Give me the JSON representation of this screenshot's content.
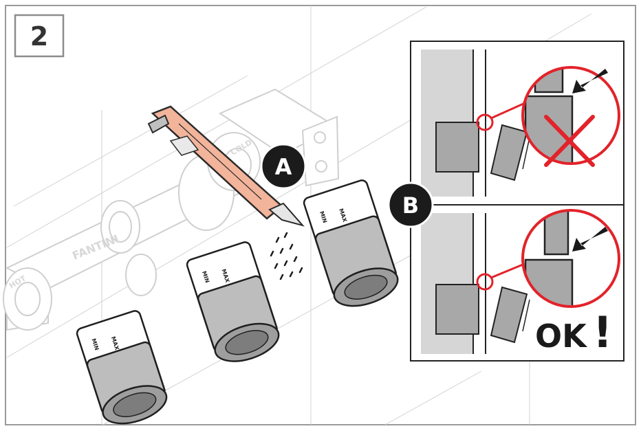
{
  "step": {
    "number": "2"
  },
  "labels": {
    "a": "A",
    "b": "B"
  },
  "cap": {
    "min": "MIN",
    "max": "MAX"
  },
  "valve": {
    "brand": "FANTINI",
    "hot": "HOT",
    "cold": "COLD"
  },
  "detail": {
    "ok_text": "OK",
    "ok_mark": "!"
  },
  "colors": {
    "frame": "#9a9a9a",
    "line": "#2a2a2a",
    "light_line": "#c7c7c7",
    "cap_fill": "#bdbdbd",
    "cap_dark": "#9e9e9e",
    "wall": "#d6d6d6",
    "tile": "#a8a8a8",
    "cutter": "#f2b49a",
    "red": "#e2232a",
    "badge": "#1b1b1b"
  },
  "icons": {
    "knife": "utility-knife-icon",
    "fail": "red-x-mark",
    "pass": "ok-exclamation"
  }
}
